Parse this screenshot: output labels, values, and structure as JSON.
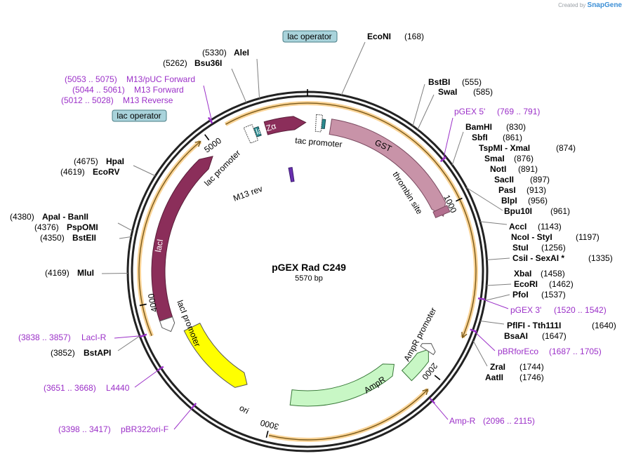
{
  "credit": {
    "prefix": "Created by",
    "brand": "SnapGene"
  },
  "plasmid": {
    "name": "pGEX Rad C249",
    "length": "5570 bp"
  },
  "ticks": [
    "1000",
    "2000",
    "3000",
    "4000",
    "5000"
  ],
  "sites_right": [
    {
      "name": "EcoNI",
      "pos": "(168)"
    },
    {
      "name": "BstBI",
      "pos": "(555)"
    },
    {
      "name": "SwaI",
      "pos": "(585)"
    },
    {
      "name": "BamHI",
      "pos": "(830)"
    },
    {
      "name": "SbfI",
      "pos": "(861)"
    },
    {
      "name": "TspMI - XmaI",
      "pos": "(874)"
    },
    {
      "name": "SmaI",
      "pos": "(876)"
    },
    {
      "name": "NotI",
      "pos": "(891)"
    },
    {
      "name": "SacII",
      "pos": "(897)"
    },
    {
      "name": "PasI",
      "pos": "(913)"
    },
    {
      "name": "BlpI",
      "pos": "(956)"
    },
    {
      "name": "Bpu10I",
      "pos": "(961)"
    },
    {
      "name": "AccI",
      "pos": "(1143)"
    },
    {
      "name": "NcoI - StyI",
      "pos": "(1197)"
    },
    {
      "name": "StuI",
      "pos": "(1256)"
    },
    {
      "name": "CsiI - SexAI *",
      "pos": "(1335)"
    },
    {
      "name": "XbaI",
      "pos": "(1458)"
    },
    {
      "name": "EcoRI",
      "pos": "(1462)"
    },
    {
      "name": "PfoI",
      "pos": "(1537)"
    },
    {
      "name": "PflFI - Tth111I",
      "pos": "(1640)"
    },
    {
      "name": "BsaAI",
      "pos": "(1647)"
    },
    {
      "name": "ZraI",
      "pos": "(1744)"
    },
    {
      "name": "AatII",
      "pos": "(1746)"
    }
  ],
  "sites_left": [
    {
      "name": "AleI",
      "pos": "(5330)"
    },
    {
      "name": "Bsu36I",
      "pos": "(5262)"
    },
    {
      "name": "HpaI",
      "pos": "(4675)"
    },
    {
      "name": "EcoRV",
      "pos": "(4619)"
    },
    {
      "name": "ApaI - BanII",
      "pos": "(4380)"
    },
    {
      "name": "PspOMI",
      "pos": "(4376)"
    },
    {
      "name": "BstEII",
      "pos": "(4350)"
    },
    {
      "name": "MluI",
      "pos": "(4169)"
    },
    {
      "name": "BstAPI",
      "pos": "(3852)"
    }
  ],
  "primers": [
    {
      "name": "pGEX 5'",
      "range": "(769 .. 791)"
    },
    {
      "name": "pGEX 3'",
      "range": "(1520 .. 1542)"
    },
    {
      "name": "pBRforEco",
      "range": "(1687 .. 1705)"
    },
    {
      "name": "Amp-R",
      "range": "(2096 .. 2115)"
    },
    {
      "name": "pBR322ori-F",
      "range": "(3398 .. 3417)"
    },
    {
      "name": "L4440",
      "range": "(3651 .. 3668)"
    },
    {
      "name": "LacI-R",
      "range": "(3838 .. 3857)"
    },
    {
      "name": "M13/pUC Forward",
      "range": "(5053 .. 5075)"
    },
    {
      "name": "M13 Forward",
      "range": "(5044 .. 5061)"
    },
    {
      "name": "M13 Reverse",
      "range": "(5012 .. 5028)"
    }
  ],
  "boxes": [
    "lac operator",
    "lac operator"
  ],
  "features": {
    "lacZa": "lacZα",
    "gst": "GST",
    "thrombin": "thrombin site",
    "tac": "tac promoter",
    "lac_promoter": "lac promoter",
    "m13rev": "M13 rev",
    "laci": "lacI",
    "laci_promoter": "lacI promoter",
    "ampr": "AmpR",
    "ampr_promoter": "AmpR promoter",
    "ori": "ori"
  },
  "colors": {
    "lacZa": "#8b2e5a",
    "gst": "#c893a8",
    "laci": "#8b2e5a",
    "ampr": "#c8f7c5",
    "ori": "#ffff00",
    "primer": "#9b30c8",
    "box": "#a9d3db",
    "orf_arrow": "#f5b041"
  }
}
